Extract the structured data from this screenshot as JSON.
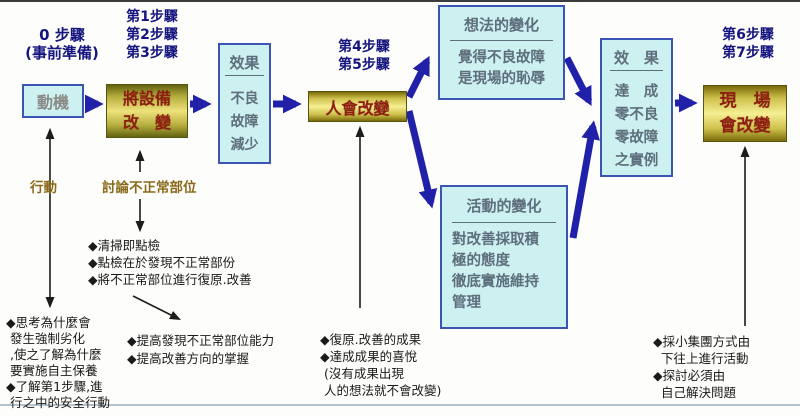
{
  "steps": {
    "step0": {
      "lines": [
        "0 步驟",
        "(事前準備)"
      ]
    },
    "s123": {
      "lines": [
        "第1步驟",
        "第2步驟",
        "第3步驟"
      ]
    },
    "s45": {
      "lines": [
        "第4步驟",
        "第5步驟"
      ]
    },
    "s67": {
      "lines": [
        "第6步驟",
        "第7步驟"
      ]
    }
  },
  "boxes": {
    "motivation": {
      "label": "動機"
    },
    "equipment": {
      "lines": [
        "將設備",
        "改　變"
      ]
    },
    "effect1": {
      "title": "效果",
      "lines": [
        "不良",
        "故障",
        "減少"
      ]
    },
    "people": {
      "label": "人會改變"
    },
    "thoughts": {
      "title": "想法的變化",
      "lines": [
        "覺得不良故障",
        "是現場的恥辱"
      ]
    },
    "activities": {
      "title": "活動的變化",
      "lines": [
        "對改善採取積",
        "極的態度",
        "徹底實施維持",
        "管理"
      ]
    },
    "effect2": {
      "title": "效　果",
      "lines": [
        "達　成",
        "零不良",
        "零故障",
        "之實例"
      ]
    },
    "site": {
      "lines": [
        "現　場",
        "會改變"
      ]
    }
  },
  "annotations": {
    "action_label": "行動",
    "discuss_label": "討論不正常部位",
    "checklist": [
      "◆清掃即點檢",
      "◆點檢在於發現不正常部份",
      "◆將不正常部位進行復原.改善"
    ],
    "improve": [
      "◆提高發現不正常部位能力",
      "◆提高改善方向的掌握"
    ],
    "think": [
      "◆思考為什麼會",
      " 發生強制劣化",
      " ,使之了解為什麼",
      " 要實施自主保養",
      "◆了解第1步驟,進",
      " 行之中的安全行動"
    ],
    "results": [
      "◆復原.改善的成果",
      "◆達成成果的喜悅",
      " (沒有成果出現",
      " 人的想法就不會改變)"
    ],
    "team": [
      "◆採小集團方式由",
      "  下往上進行活動",
      "◆探討必須由",
      "  自己解決問題"
    ]
  },
  "colors": {
    "step_label": "#15157f",
    "cyan_box_fill": "#cdf0f0",
    "cyan_box_border": "#3b55b5",
    "cyan_box_text": "#5d6e7c",
    "gold_center": "#f6ef93",
    "gold_edge": "#7a6a0a",
    "red_text": "#8e1f10",
    "brown_label": "#8a6a1a",
    "blue_arrow": "#2020a8",
    "black_arrow": "#1c1c1c"
  }
}
